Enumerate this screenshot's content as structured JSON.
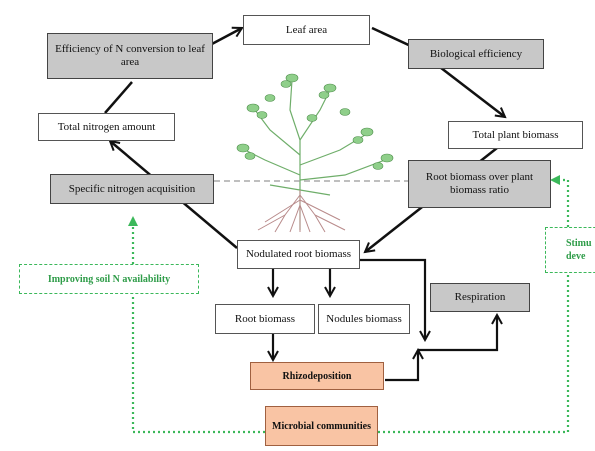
{
  "boxes": {
    "leaf_area": "Leaf area",
    "efficiency_n": "Efficiency of N conversion to leaf area",
    "biological_efficiency": "Biological efficiency",
    "total_nitrogen": "Total nitrogen amount",
    "total_plant_biomass": "Total plant biomass",
    "specific_n_acquisition": "Specific nitrogen acquisition",
    "root_ratio": "Root biomass over plant biomass ratio",
    "nodulated_root": "Nodulated root biomass",
    "improving_soil": "Improving soil N availability",
    "stimul_line1": "Stimu",
    "stimul_line2": "deve",
    "respiration": "Respiration",
    "root_biomass": "Root biomass",
    "nodules_biomass": "Nodules biomass",
    "rhizodeposition": "Rhizodeposition",
    "microbial": "Microbial communities"
  },
  "colors": {
    "gray_box": "#c8c8c8",
    "orange_box": "#f9c4a4",
    "green_dotted": "#3bb85a",
    "arrow": "#111111",
    "plant_leaf": "#8fcf8a",
    "root": "#b88a8a"
  }
}
